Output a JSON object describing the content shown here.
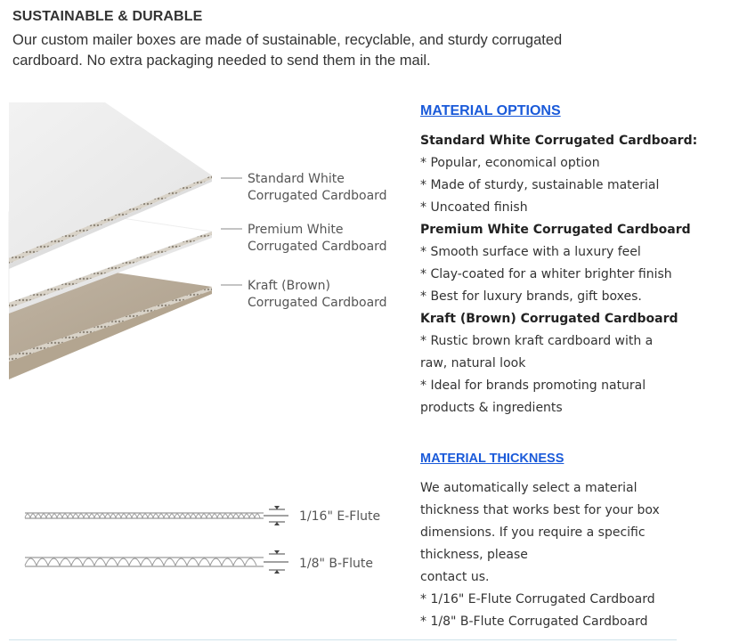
{
  "header": {
    "title": "SUSTAINABLE & DURABLE",
    "intro": "Our custom mailer boxes are made of sustainable, recyclable, and sturdy corrugated cardboard. No extra packaging needed to send them in the mail."
  },
  "illustration": {
    "labels": [
      {
        "line1": "Standard White",
        "line2": "Corrugated Cardboard"
      },
      {
        "line1": "Premium White",
        "line2": "Corrugated Cardboard"
      },
      {
        "line1": "Kraft (Brown)",
        "line2": "Corrugated Cardboard"
      }
    ],
    "colors": {
      "standard": "#ececec",
      "premium": "#ffffff",
      "kraft": "#b9ad9c"
    }
  },
  "material_options": {
    "title": "MATERIAL OPTIONS",
    "items": [
      {
        "text": "Standard White Corrugated Cardboard:",
        "bold": true
      },
      {
        "text": " * Popular, economical option",
        "bold": false
      },
      {
        "text": " * Made of sturdy, sustainable material",
        "bold": false
      },
      {
        "text": " * Uncoated finish",
        "bold": false
      },
      {
        "text": "Premium White Corrugated Cardboard",
        "bold": true
      },
      {
        "text": " * Smooth surface with a luxury feel",
        "bold": false
      },
      {
        "text": " * Clay-coated for a whiter brighter finish",
        "bold": false
      },
      {
        "text": " * Best for luxury brands, gift boxes.",
        "bold": false
      },
      {
        "text": "Kraft (Brown) Corrugated Cardboard",
        "bold": true
      },
      {
        "text": " * Rustic brown kraft cardboard with a raw, natural look",
        "bold": false
      },
      {
        "text": " * Ideal for brands promoting natural products & ingredients",
        "bold": false
      }
    ]
  },
  "material_thickness": {
    "title": "MATERIAL THICKNESS",
    "lines": [
      "We automatically select a material thickness that works best for your box dimensions. If you require a specific thickness, please",
      "contact us.",
      "* 1/16\" E-Flute Corrugated Cardboard",
      "* 1/8\" B-Flute Corrugated Cardboard"
    ]
  },
  "flutes": [
    {
      "label": "1/16\" E-Flute"
    },
    {
      "label": "1/8\" B-Flute"
    }
  ],
  "accent_color": "#1a5ad9"
}
